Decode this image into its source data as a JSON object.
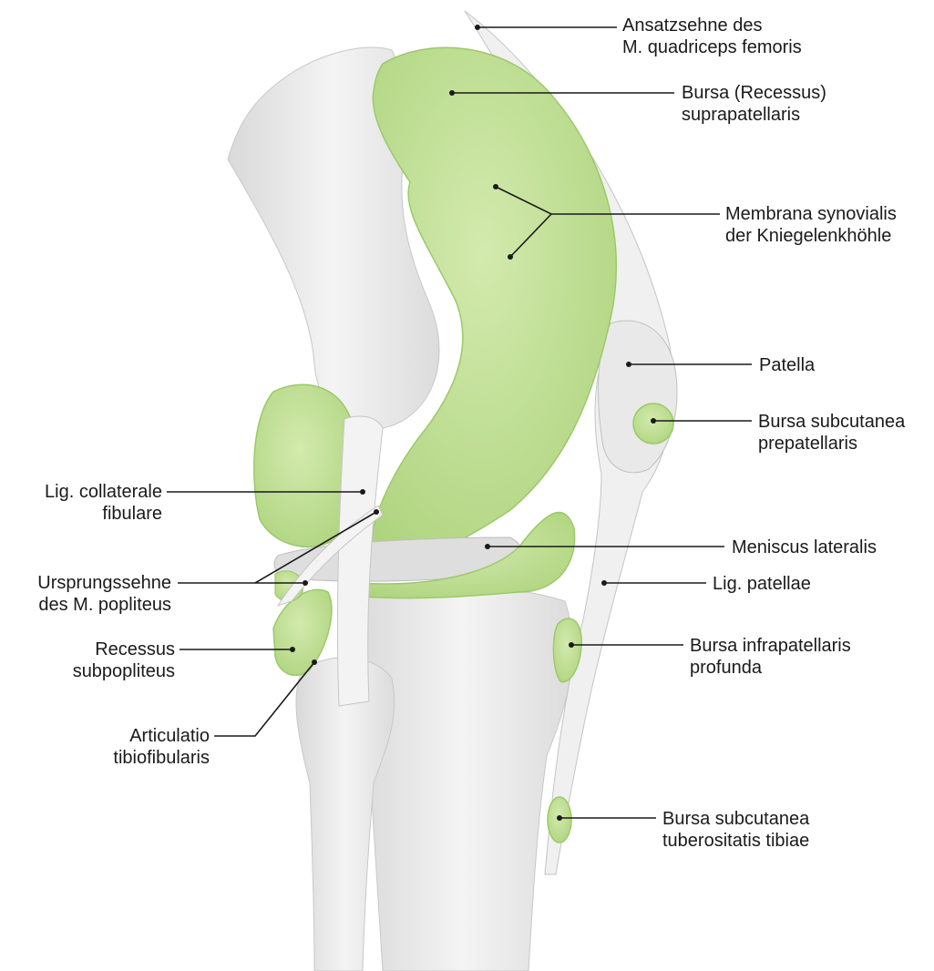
{
  "figure": {
    "colors": {
      "bone": "#ececec",
      "bone_shadow": "#cfcfcf",
      "synovial_green": "#c5e29a",
      "synovial_green_dark": "#9cc96a",
      "tendon": "#f2f2f2",
      "leader_line": "#1a1a1a"
    }
  },
  "labels": {
    "quadriceps": {
      "line1": "Ansatzsehne des",
      "line2": "M. quadriceps femoris"
    },
    "suprapatellar": {
      "line1": "Bursa (Recessus)",
      "line2": "suprapatellaris"
    },
    "synovialis": {
      "line1": "Membrana synovialis",
      "line2": "der Kniegelenkhöhle"
    },
    "patella": {
      "line1": "Patella"
    },
    "prepatellar": {
      "line1": "Bursa subcutanea",
      "line2": "prepatellaris"
    },
    "meniscus": {
      "line1": "Meniscus lateralis"
    },
    "lig_patellae": {
      "line1": "Lig. patellae"
    },
    "infrapatellar": {
      "line1": "Bursa infrapatellaris",
      "line2": "profunda"
    },
    "tuberositas": {
      "line1": "Bursa subcutanea",
      "line2": "tuberositatis tibiae"
    },
    "collaterale": {
      "line1": "Lig. collaterale",
      "line2": "fibulare"
    },
    "popliteus": {
      "line1": "Ursprungssehne",
      "line2": "des M. popliteus"
    },
    "subpopliteus": {
      "line1": "Recessus",
      "line2": "subpopliteus"
    },
    "tibiofibularis": {
      "line1": "Articulatio",
      "line2": "tibiofibularis"
    }
  }
}
